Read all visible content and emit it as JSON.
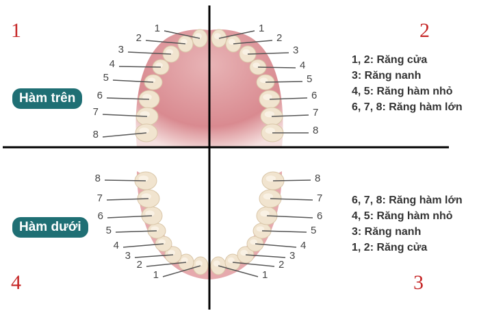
{
  "quadrants": [
    "1",
    "2",
    "3",
    "4"
  ],
  "upper_jaw": {
    "label": "Hàm trên",
    "legend": [
      "1, 2: Răng cửa",
      "3: Răng nanh",
      "4, 5: Răng hàm nhỏ",
      "6, 7, 8: Răng hàm lớn"
    ]
  },
  "lower_jaw": {
    "label": "Hàm dưới",
    "legend": [
      "6, 7, 8: Răng hàm lớn",
      "4, 5: Răng hàm nhỏ",
      "3: Răng nanh",
      "1, 2: Răng cửa"
    ]
  },
  "tooth_numbers": [
    "1",
    "2",
    "3",
    "4",
    "5",
    "6",
    "7",
    "8"
  ],
  "colors": {
    "gum": "#e3a7ab",
    "tooth": "#f1e4cf",
    "pill": "#1f6f74",
    "quadrant_number": "#c62828",
    "divider": "#000000"
  }
}
